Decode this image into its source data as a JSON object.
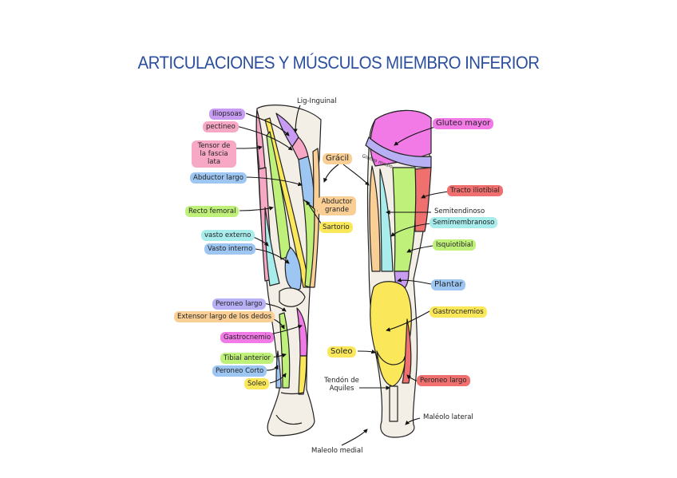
{
  "title": "ARTICULACIONES Y MÚSCULOS MIEMBRO INFERIOR",
  "colors": {
    "title": "#2b4f9e",
    "purple": "#c79cf2",
    "pink": "#f7a8c4",
    "blue": "#9ec6f2",
    "green": "#bff07a",
    "yellow": "#fbe85a",
    "cyan": "#a8ecec",
    "red": "#f07070",
    "orange": "#f9cf96",
    "magenta": "#f27ae6",
    "lilac": "#b8b0f5"
  },
  "front_labels": {
    "iliopsoas": "Iliopsoas",
    "pectineo": "pectineo",
    "tensor": "Tensor de la fascia lata",
    "abductor_largo": "Abductor largo",
    "recto_femoral": "Recto femoral",
    "vasto_externo": "vasto externo",
    "vasto_interno": "Vasto interno",
    "peroneo_largo": "Peroneo largo",
    "extensor": "Extensor largo de los dedos",
    "gastrocnemio": "Gastrocnemio",
    "tibial_anterior": "Tibial anterior",
    "peroneo_corto": "Peroneo Corto",
    "soleo": "Soleo",
    "lig_inguinal": "Lig-Inguinal",
    "gracil": "Grácil",
    "abductor_grande": "Abductor grande",
    "sartorio": "Sartorio",
    "maleolo_medial": "Maleolo medial"
  },
  "back_labels": {
    "gluteo_mayor": "Gluteo mayor",
    "gluteo_medio": "Gluteo medio",
    "tracto": "Tracto iliotibial",
    "semitendinoso": "Semitendinoso",
    "semimembranoso": "Semimembranoso",
    "isquiotibial": "Isquiotibial",
    "plantar": "Plantar",
    "gastrocnemios": "Gastrocnemios",
    "soleo": "Soleo",
    "tendon": "Tendón de Aquiles",
    "peroneo_largo": "Peroneo largo",
    "maleolo_lateral": "Maléolo lateral"
  }
}
